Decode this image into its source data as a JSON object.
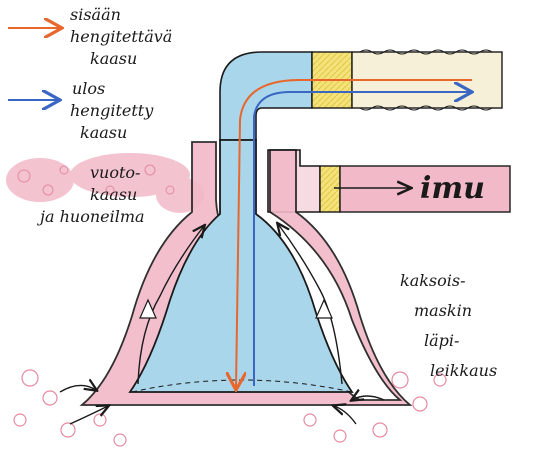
{
  "legend": {
    "inhaled": {
      "lines": [
        "sisään",
        "hengitettävä",
        "kaasu"
      ],
      "arrow_color": "#e8672c"
    },
    "exhaled": {
      "lines": [
        "ulos",
        "hengitetty",
        "kaasu"
      ],
      "arrow_color": "#3a66c4"
    }
  },
  "leak_label": {
    "lines": [
      "vuoto-",
      "kaasu",
      "ja huoneilma"
    ]
  },
  "suction_label": "imu",
  "caption": {
    "lines": [
      "kaksois-",
      "maskin",
      "läpi-",
      "leikkaus"
    ]
  },
  "colors": {
    "inhaled_flow": "#e8672c",
    "exhaled_flow": "#3a66c4",
    "pink_gas": "#f2b9c8",
    "blue_mask": "#a9d6ea",
    "yellow_hose": "#f4e27a",
    "cream_hose": "#f6f0d8",
    "ink": "#1a1a1a"
  }
}
